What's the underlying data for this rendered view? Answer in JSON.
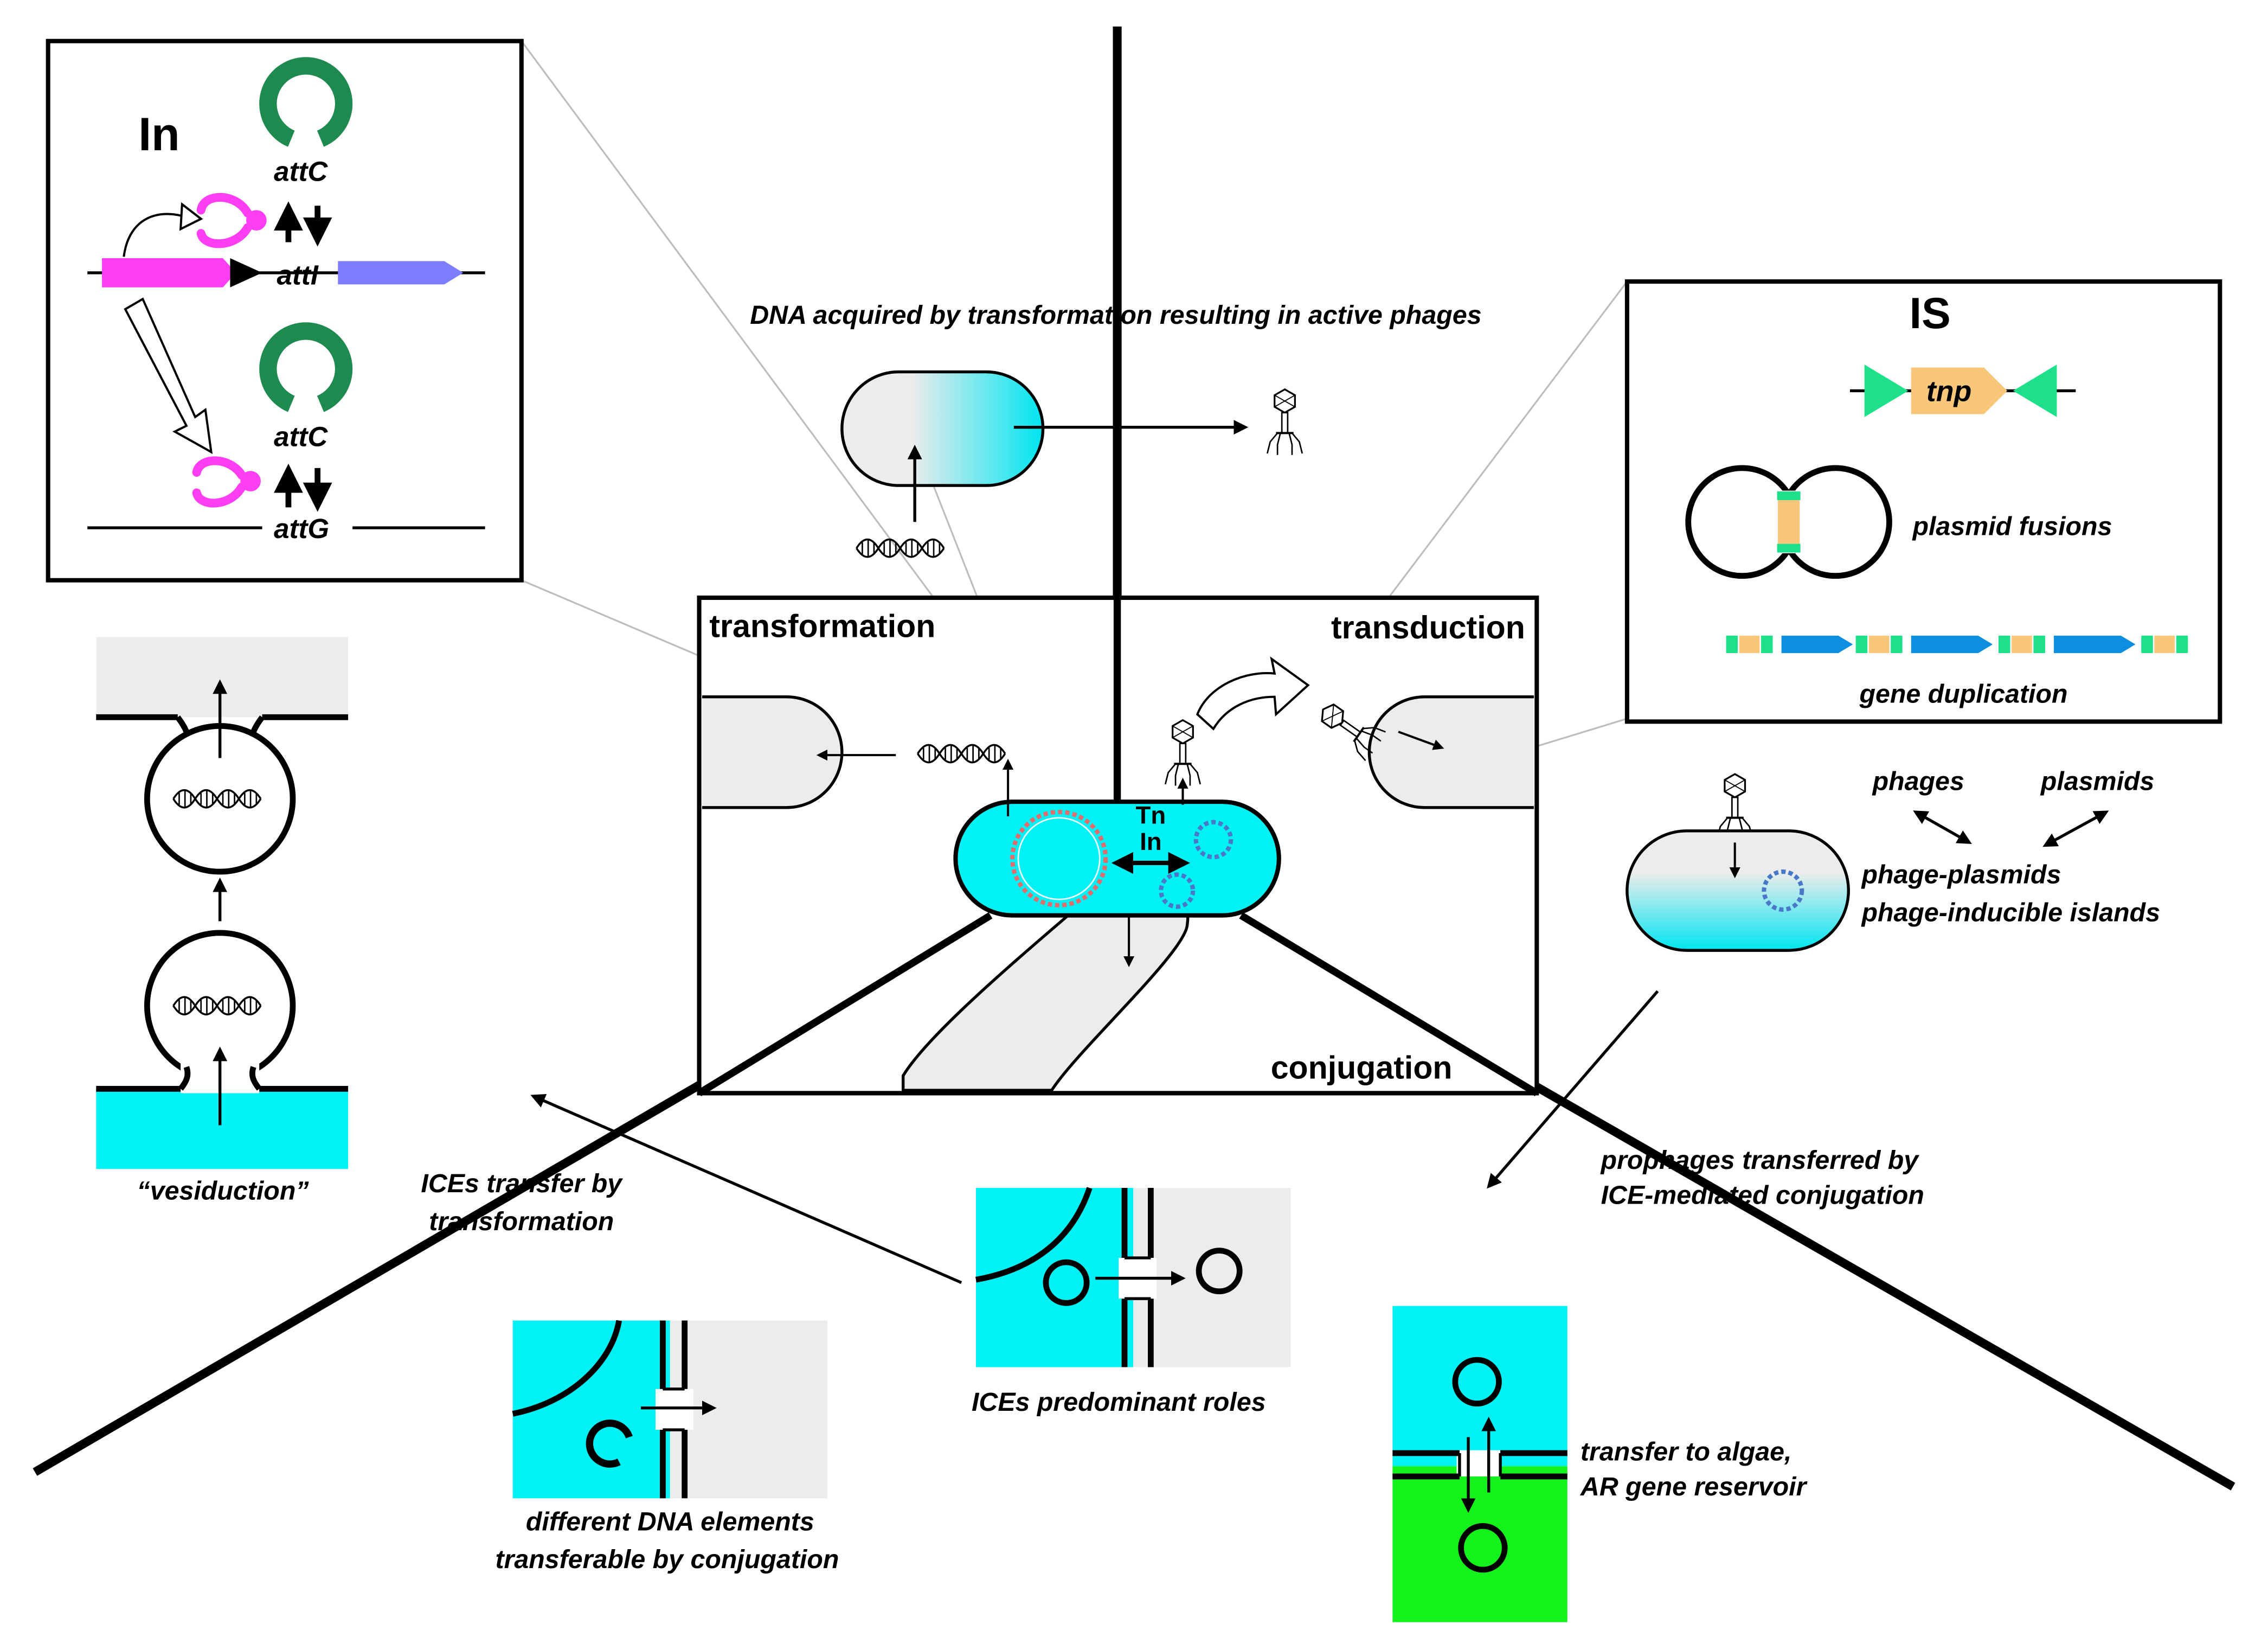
{
  "colors": {
    "cyan": "#00f2f5",
    "light_gray": "#ececec",
    "green_alga": "#13f21a",
    "dark_green": "#2d8a55",
    "magenta": "#ff3df2",
    "blue_gene": "#7d7dff",
    "is_green": "#1ee08a",
    "is_orange": "#f8c779",
    "blue_arrow": "#0d8ee0",
    "plasmid_blue": "#4a78c8",
    "plasmid_red": "#e36d6d"
  },
  "integron_panel": {
    "title": "In",
    "att_c_top": "attC",
    "att_i": "attI",
    "att_c_bottom": "attC",
    "att_g": "attG"
  },
  "top_caption": "DNA acquired by transformation resulting in active phages",
  "is_panel": {
    "title": "IS",
    "tnp": "tnp",
    "plasmid_fusions": "plasmid fusions",
    "gene_duplication": "gene duplication"
  },
  "center_box": {
    "transformation": "transformation",
    "transduction": "transduction",
    "conjugation": "conjugation",
    "tn": "Tn",
    "in": "In"
  },
  "phage_plasmid_panel": {
    "phages": "phages",
    "plasmids": "plasmids",
    "phage_plasmids": "phage-plasmids",
    "phage_inducible": "phage-inducible islands"
  },
  "vesiduction": "“vesiduction”",
  "ices_transformation": [
    "ICEs transfer by",
    "transformation"
  ],
  "ices_roles": "ICEs predominant roles",
  "different_dna": [
    "different DNA elements",
    "transferable by conjugation"
  ],
  "prophages": [
    "prophages transferred by",
    "ICE-mediated conjugation"
  ],
  "algae": [
    "transfer to algae,",
    "AR gene reservoir"
  ]
}
